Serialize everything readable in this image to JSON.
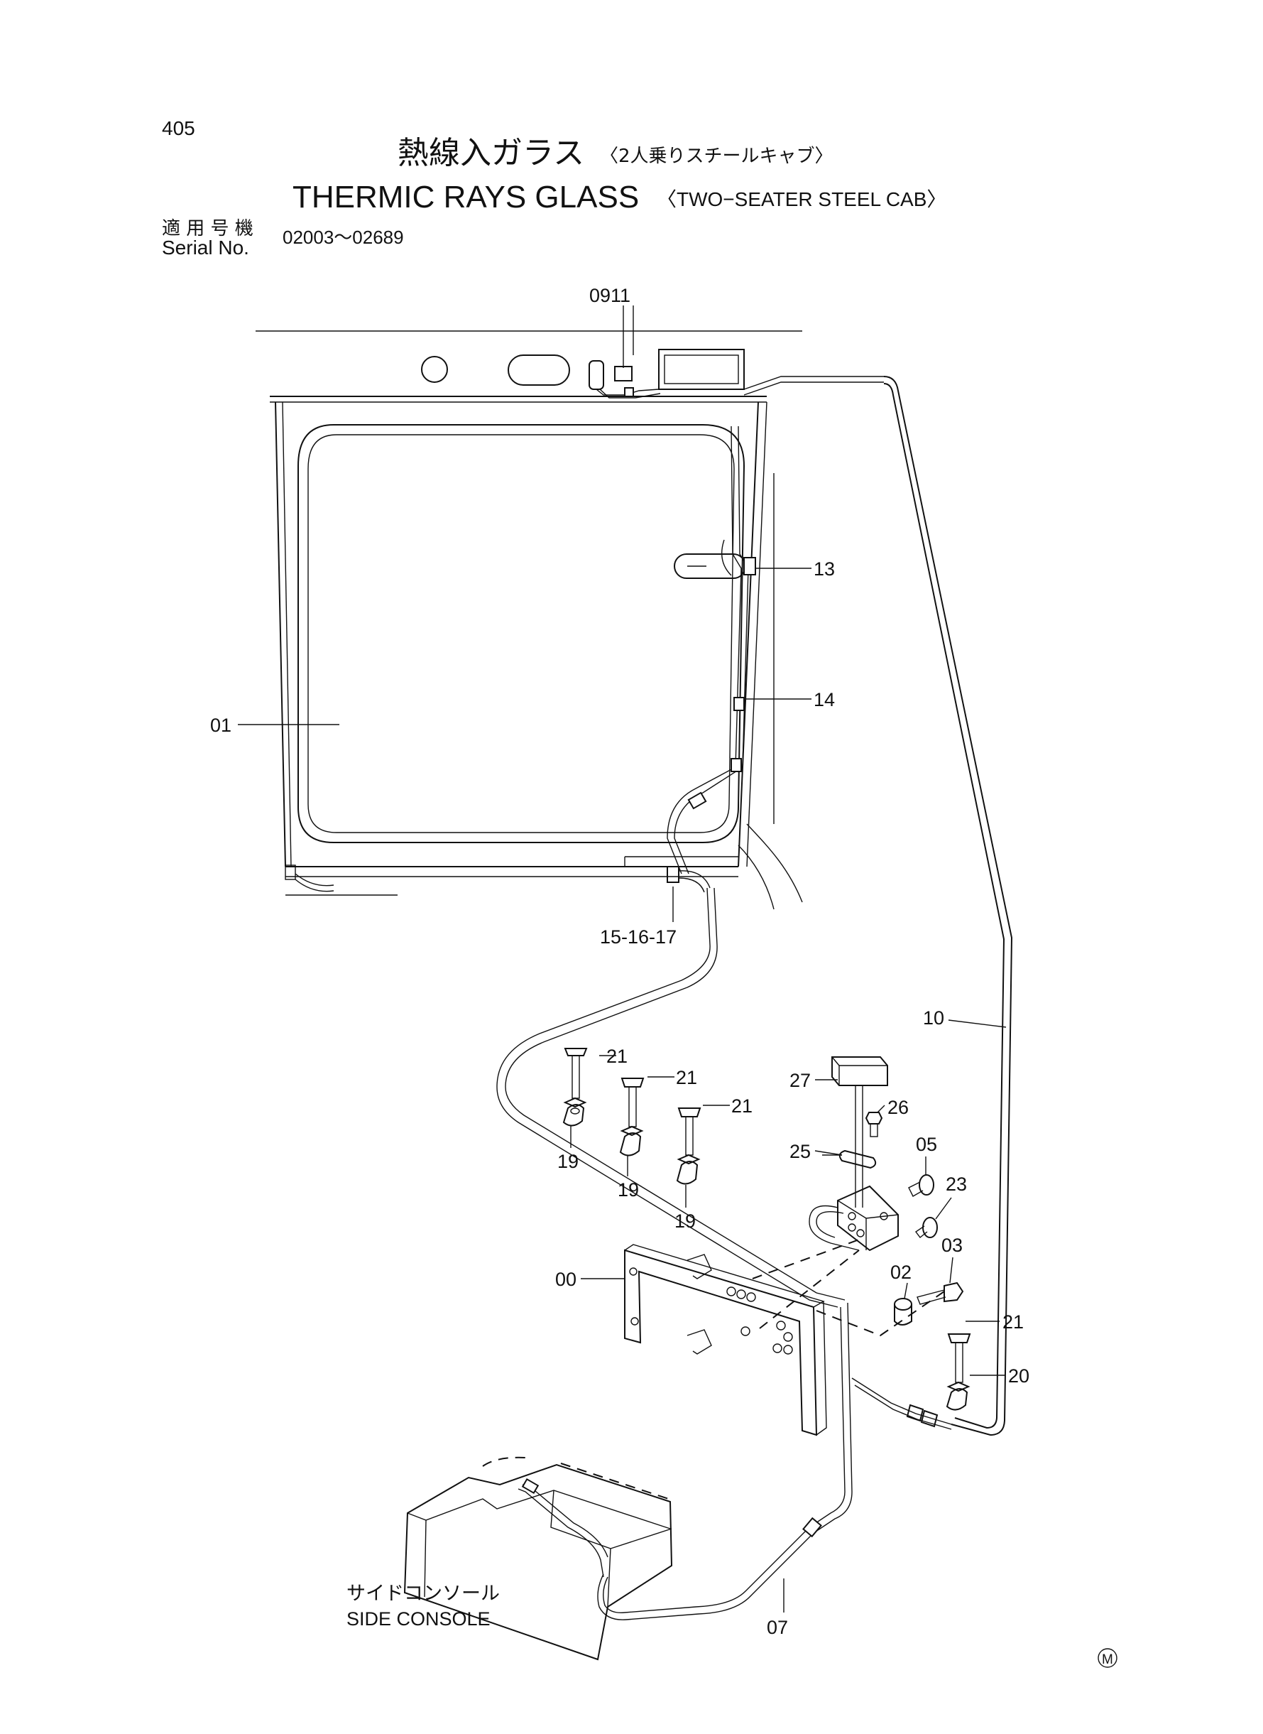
{
  "page_number": "405",
  "title_jp": "熱線入ガラス",
  "subtitle_jp": "〈2人乗りスチールキャブ〉",
  "title_en": "THERMIC  RAYS  GLASS",
  "subtitle_en": "〈TWO−SEATER  STEEL  CAB〉",
  "serial_label_jp": "適 用 号 機",
  "serial_label_en": "Serial No.",
  "serial_range": "02003～02689",
  "parts": {
    "p00": "00",
    "p01": "01",
    "p02": "02",
    "p03": "03",
    "p05": "05",
    "p07": "07",
    "p0911": "0911",
    "p10": "10",
    "p13": "13",
    "p14": "14",
    "p151617": "15-16-17",
    "p19a": "19",
    "p19b": "19",
    "p19c": "19",
    "p20": "20",
    "p21a": "21",
    "p21b": "21",
    "p21c": "21",
    "p21d": "21",
    "p23": "23",
    "p25": "25",
    "p26": "26",
    "p27": "27"
  },
  "console_label_jp": "サイドコンソール",
  "console_label_en": "SIDE CONSOLE",
  "corner_mark": "M"
}
